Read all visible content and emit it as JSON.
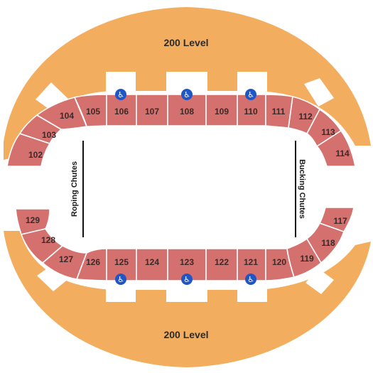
{
  "map": {
    "levels": {
      "top_label": "200 Level",
      "bottom_label": "200 Level"
    },
    "chutes": {
      "left_label": "Roping Chutes",
      "right_label": "Bucking Chutes"
    },
    "accessibility_icon": "wheelchair-icon",
    "colors": {
      "upper_level": "#F2AD5E",
      "lower_sections": "#D4706E",
      "accessible": "#2255C4"
    },
    "sections": {
      "s102": "102",
      "s103": "103",
      "s104": "104",
      "s105": "105",
      "s106": "106",
      "s107": "107",
      "s108": "108",
      "s109": "109",
      "s110": "110",
      "s111": "111",
      "s112": "112",
      "s113": "113",
      "s114": "114",
      "s117": "117",
      "s118": "118",
      "s119": "119",
      "s120": "120",
      "s121": "121",
      "s122": "122",
      "s123": "123",
      "s124": "124",
      "s125": "125",
      "s126": "126",
      "s127": "127",
      "s128": "128",
      "s129": "129"
    }
  }
}
